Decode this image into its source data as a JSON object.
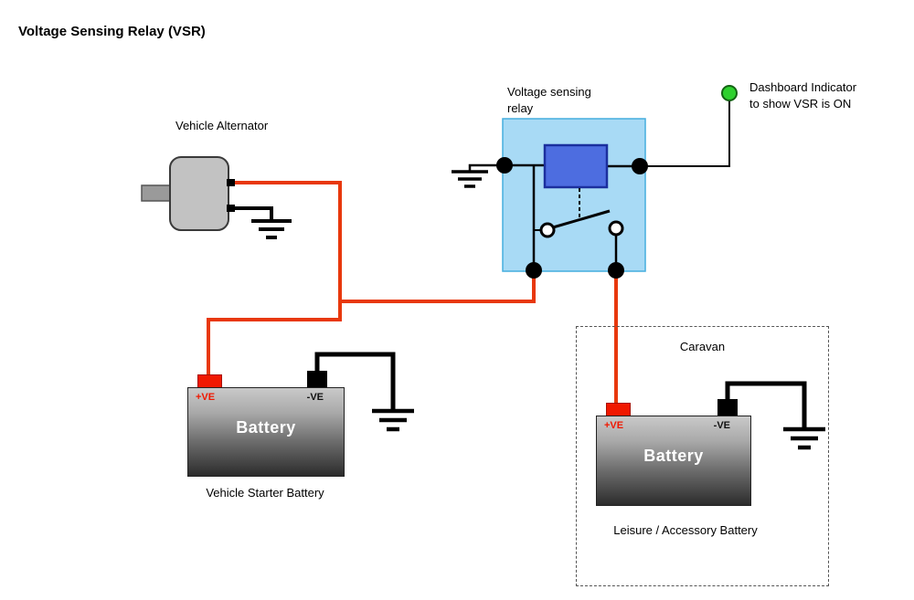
{
  "title": "Voltage Sensing Relay (VSR)",
  "labels": {
    "alternator": "Vehicle Alternator",
    "relay": "Voltage sensing relay",
    "dashboard": "Dashboard Indicator to show VSR is ON",
    "caravan": "Caravan"
  },
  "starter_battery": {
    "plus": "+VE",
    "minus": "-VE",
    "name": "Battery",
    "caption": "Vehicle Starter Battery"
  },
  "leisure_battery": {
    "plus": "+VE",
    "minus": "-VE",
    "name": "Battery",
    "caption": "Leisure / Accessory Battery"
  },
  "colors": {
    "wire_red": "#e8380d",
    "wire_black": "#000000",
    "relay_fill": "#a8daf5",
    "relay_border": "#45aede",
    "coil_fill": "#4d6de0",
    "coil_border": "#1b2f9e",
    "indicator_green": "#2fd12f",
    "terminal_red": "#f01800"
  }
}
